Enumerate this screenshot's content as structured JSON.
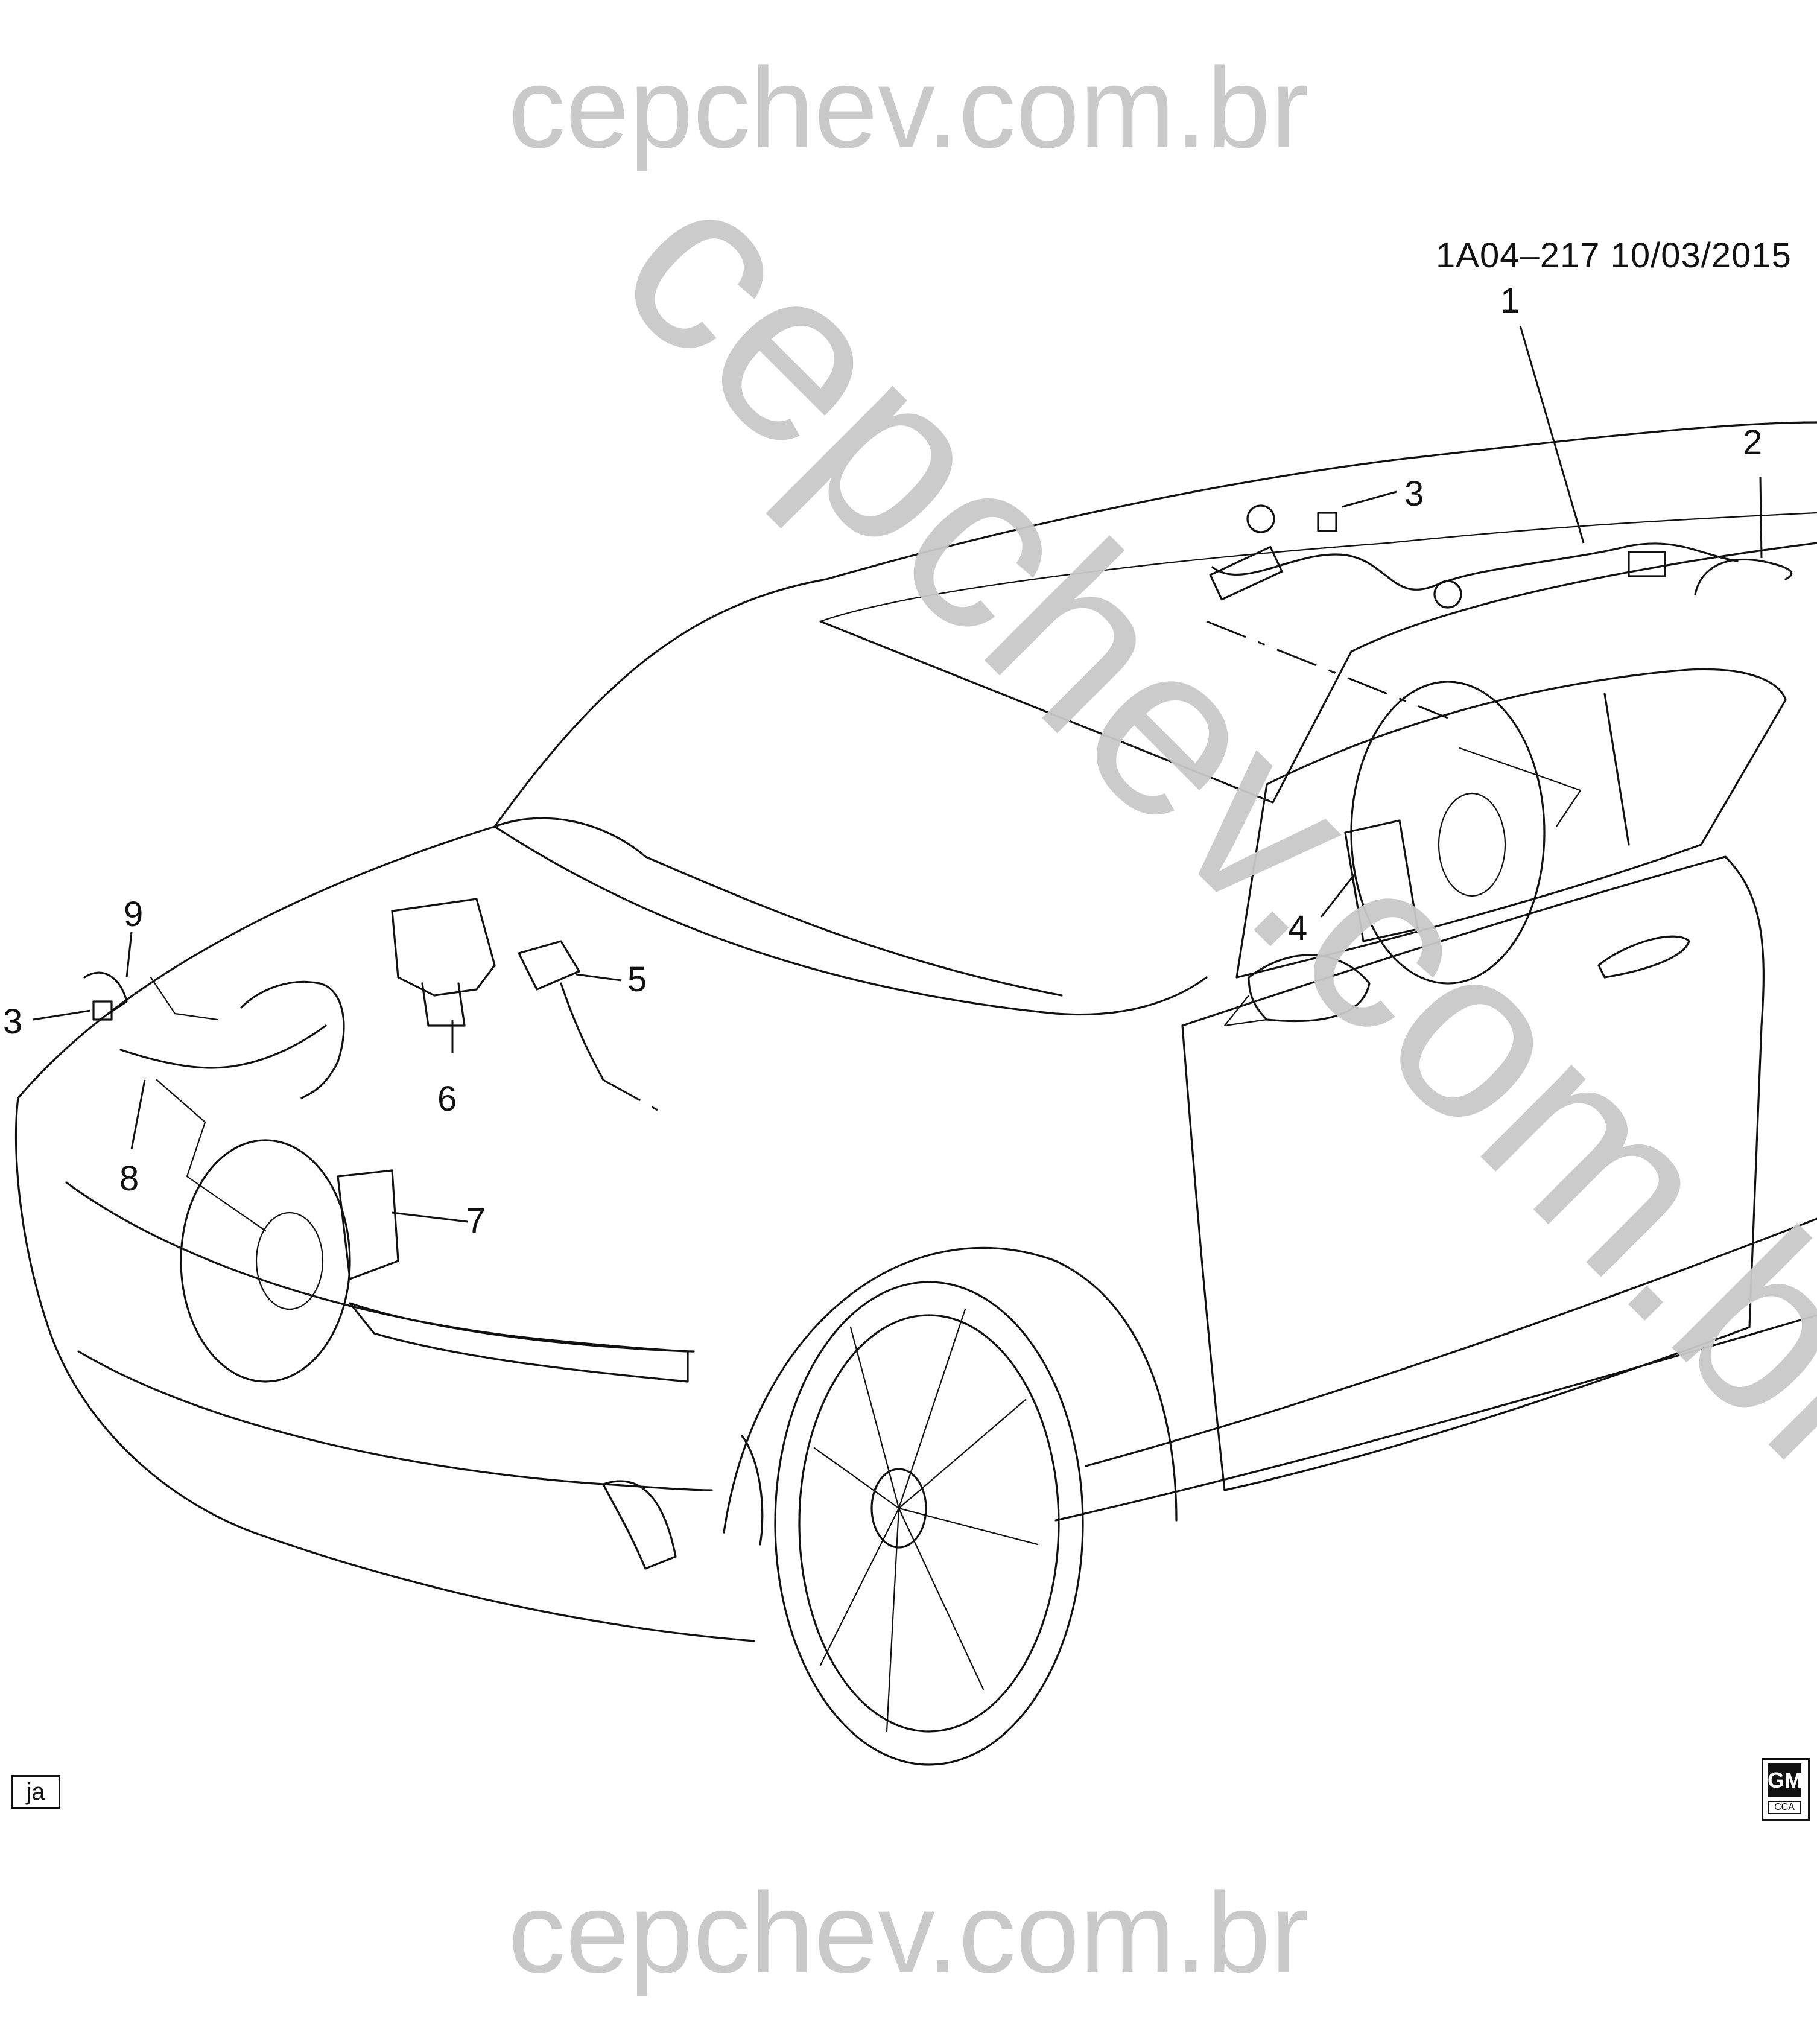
{
  "watermark": {
    "top": "cepchev.com.br",
    "diagonal": "cepchev.com.br",
    "bottom": "cepchev.com.br"
  },
  "reference": "1A04–217  10/03/2015",
  "artist_code": "ja",
  "logo": {
    "mark": "GM",
    "sub": "CCA"
  },
  "callouts": [
    {
      "id": "1",
      "label": "1"
    },
    {
      "id": "2",
      "label": "2"
    },
    {
      "id": "3a",
      "label": "3"
    },
    {
      "id": "3b",
      "label": "3"
    },
    {
      "id": "4",
      "label": "4"
    },
    {
      "id": "5",
      "label": "5"
    },
    {
      "id": "6",
      "label": "6"
    },
    {
      "id": "7",
      "label": "7"
    },
    {
      "id": "8",
      "label": "8"
    },
    {
      "id": "9",
      "label": "9"
    }
  ]
}
